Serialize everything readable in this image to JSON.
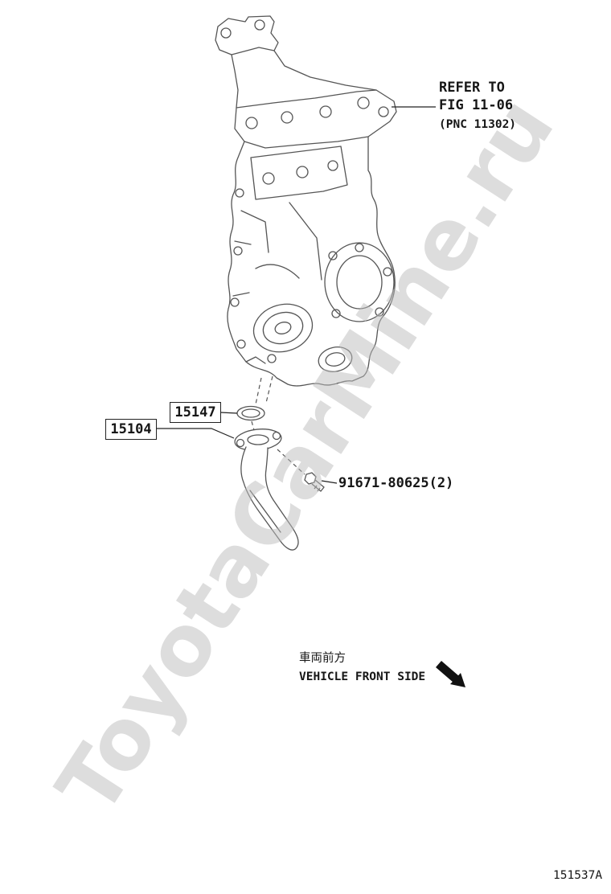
{
  "diagram": {
    "watermark": "ToyotaCarMine.ru",
    "refer_note": {
      "line1": "REFER TO",
      "line2": "FIG 11-06",
      "line3": "(PNC 11302)"
    },
    "parts": {
      "gasket_label": "15147",
      "strainer_label": "15104",
      "bolt_label": "91671-80625(2)"
    },
    "orientation": {
      "jp": "車両前方",
      "en": "VEHICLE FRONT SIDE"
    },
    "figure_code": "151537A"
  }
}
